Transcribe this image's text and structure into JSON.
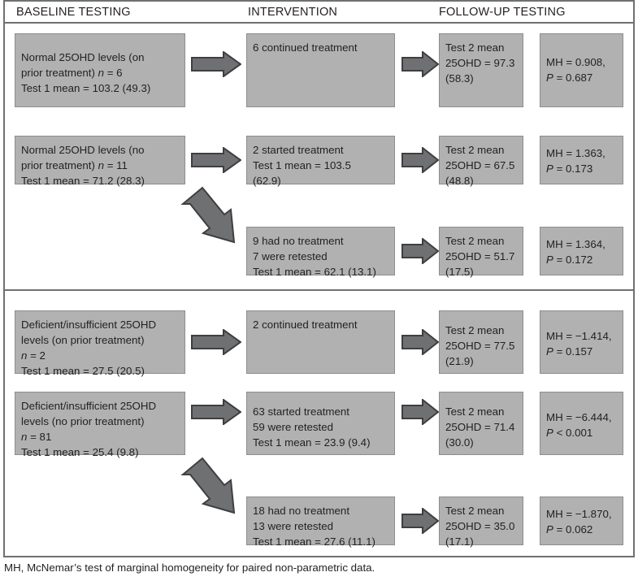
{
  "figure": {
    "title": "Vitamin D 25OHD baseline to follow-up flow diagram",
    "colors": {
      "box_fill": "#b1b1b1",
      "box_border": "#8d8d8d",
      "arrow_fill": "#6f7072",
      "arrow_border": "#3f3f41",
      "rule": "#6f7072",
      "text": "#231f20"
    }
  },
  "headers": {
    "baseline": "BASELINE TESTING",
    "intervention": "INTERVENTION",
    "followup": "FOLLOW-UP TESTING"
  },
  "rows": [
    {
      "id": "row-normal-on-prior",
      "baseline": {
        "l1": "Normal 25OHD levels (on",
        "l2_pre": "prior treatment) ",
        "l2_it": "n",
        "l2_post": " = 6",
        "l3": "Test 1 mean = 103.2 (49.3)"
      },
      "intervention": {
        "l1": "6 continued treatment"
      },
      "followup": {
        "l1": "Test 2 mean",
        "l2": "25OHD = 97.3",
        "l3": "(58.3)"
      },
      "stats": {
        "mh": "MH = 0.908,",
        "p_it": "P",
        "p_rest": " = 0.687"
      }
    },
    {
      "id": "row-normal-no-prior",
      "baseline": {
        "l1": "Normal 25OHD levels (no",
        "l2_pre": "prior treatment) ",
        "l2_it": "n",
        "l2_post": " = 11",
        "l3": "Test 1 mean = 71.2 (28.3)"
      },
      "intervention": {
        "l1": "2 started treatment",
        "l2": "Test 1 mean = 103.5",
        "l3": "(62.9)"
      },
      "followup": {
        "l1": "Test 2 mean",
        "l2": "25OHD = 67.5",
        "l3": "(48.8)"
      },
      "stats": {
        "mh": "MH = 1.363,",
        "p_it": "P",
        "p_rest": " = 0.173"
      }
    },
    {
      "id": "row-normal-no-treatment",
      "intervention": {
        "l1": "9 had no treatment",
        "l2": "7 were retested",
        "l3": "Test 1 mean = 62.1 (13.1)"
      },
      "followup": {
        "l1": "Test 2 mean",
        "l2": "25OHD = 51.7",
        "l3": "(17.5)"
      },
      "stats": {
        "mh": "MH = 1.364,",
        "p_it": "P",
        "p_rest": " = 0.172"
      }
    },
    {
      "id": "row-deficient-on-prior",
      "baseline": {
        "l1": "Deficient/insufficient 25OHD",
        "l2": "levels (on prior treatment)",
        "l3_it": "n",
        "l3_post": " = 2",
        "l4": "Test 1 mean = 27.5 (20.5)"
      },
      "intervention": {
        "l1": "2 continued treatment"
      },
      "followup": {
        "l1": "Test 2 mean",
        "l2": "25OHD = 77.5",
        "l3": "(21.9)"
      },
      "stats": {
        "mh": "MH = −1.414,",
        "p_it": "P",
        "p_rest": " = 0.157"
      }
    },
    {
      "id": "row-deficient-no-prior",
      "baseline": {
        "l1": "Deficient/insufficient 25OHD",
        "l2": "levels (no prior treatment)",
        "l3_it": "n",
        "l3_post": " = 81",
        "l4": "Test 1 mean = 25.4 (9.8)"
      },
      "intervention": {
        "l1": "63 started treatment",
        "l2": "59 were retested",
        "l3": "Test 1 mean = 23.9 (9.4)"
      },
      "followup": {
        "l1": "Test 2 mean",
        "l2": "25OHD = 71.4",
        "l3": "(30.0)"
      },
      "stats": {
        "mh": "MH = −6.444,",
        "p_it": "P",
        "p_rest": " < 0.001"
      }
    },
    {
      "id": "row-deficient-no-treatment",
      "intervention": {
        "l1": "18 had no treatment",
        "l2": "13 were retested",
        "l3": "Test 1 mean = 27.6 (11.1)"
      },
      "followup": {
        "l1": "Test 2 mean",
        "l2": "25OHD = 35.0",
        "l3": "(17.1)"
      },
      "stats": {
        "mh": "MH = −1.870,",
        "p_it": "P",
        "p_rest": " = 0.062"
      }
    }
  ],
  "footnote": "MH, McNemar’s test of marginal homogeneity for paired non-parametric data."
}
